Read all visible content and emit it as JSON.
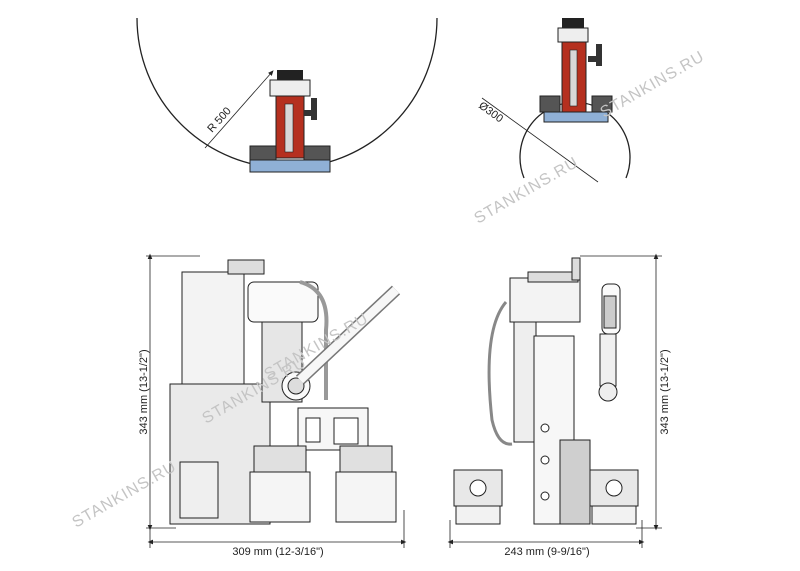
{
  "watermark": "STANKINS.RU",
  "labels": {
    "radius": "R 500",
    "diameter": "Ø300",
    "height_left": "343 mm (13-1/2\")",
    "width_front": "309 mm (12-3/16\")",
    "width_side": "243 mm (9-9/16\")",
    "height_right": "343 mm (13-1/2\")"
  },
  "colors": {
    "accent_red": "#b5301f",
    "outline": "#1a1a1a",
    "watermark": "#c4c4c4"
  }
}
